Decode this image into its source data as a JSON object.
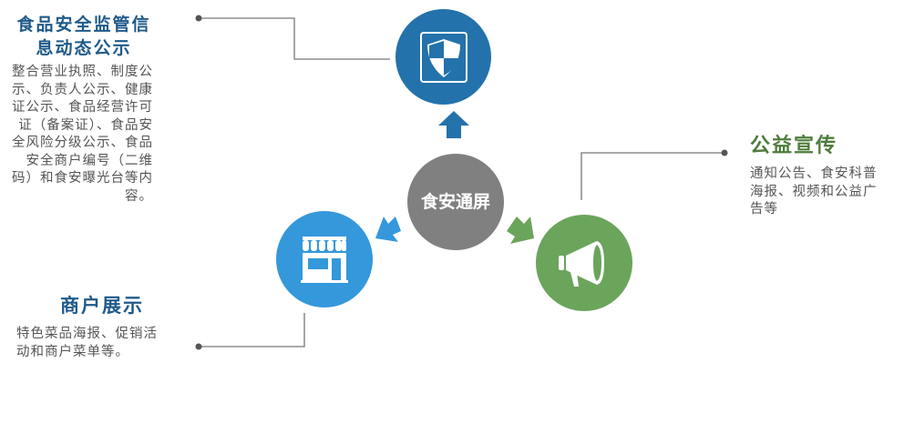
{
  "center": {
    "label": "食安通屏",
    "color": "#808080"
  },
  "nodes": [
    {
      "title": "食品安全监管信息动态公示",
      "description": "整合营业执照、制度公示、负责人公示、健康证公示、食品经营许可证（备案证）、食品安全风险分级公示、食品安全商户编号（二维码）和食安曝光台等内容。",
      "icon": "shield-icon",
      "color": "#2372ab"
    },
    {
      "title": "商户展示",
      "description": "特色菜品海报、促销活动和商户菜单等。",
      "icon": "storefront-icon",
      "color": "#3498db"
    },
    {
      "title": "公益宣传",
      "description": "通知公告、食安科普海报、视频和公益广告等",
      "icon": "megaphone-icon",
      "color": "#6aa55b"
    }
  ]
}
